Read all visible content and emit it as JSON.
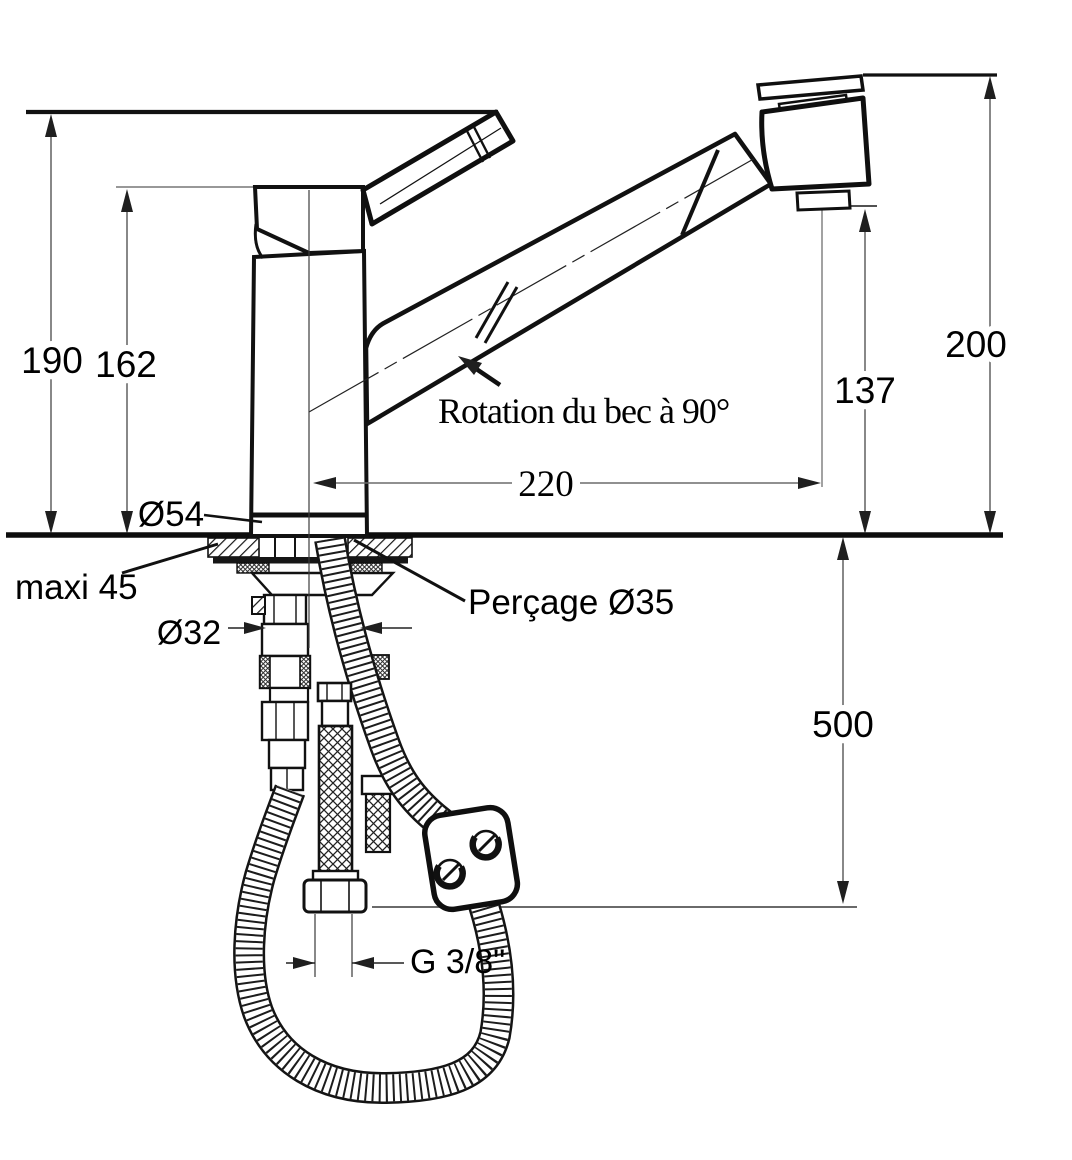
{
  "drawing": {
    "type": "technical-installation-diagram",
    "subject": "kitchen mixer tap with pull-out spray, side view with under-counter mounting",
    "dimensions": {
      "total_height": "190",
      "body_height": "162",
      "head_height": "200",
      "outlet_height": "137",
      "spout_reach": "220",
      "hose_length": "500"
    },
    "labels": {
      "base_diameter": "Ø54",
      "max_counter_thickness": "maxi 45",
      "drill_hole": "Perçage Ø35",
      "shank_diameter": "Ø32",
      "supply_thread": "G 3/8\"",
      "spout_rotation": "Rotation du bec à 90°"
    },
    "colors": {
      "ink": "#141414",
      "dimension_line": "#6b6b6b",
      "background": "#ffffff"
    }
  }
}
